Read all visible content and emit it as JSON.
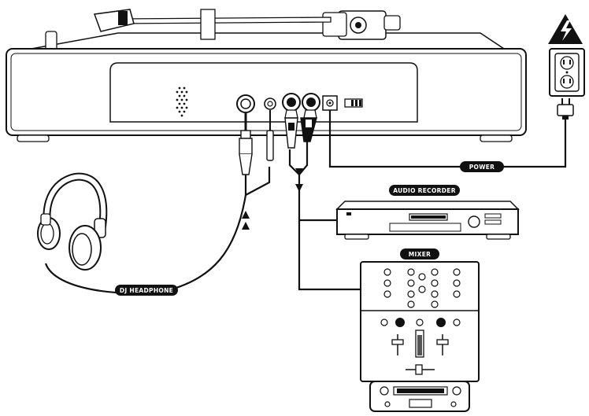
{
  "labels": {
    "power": "POWER",
    "audio_recorder": "AUDIO RECORDER",
    "mixer": "MIXER",
    "dj_headphone": "DJ HEADPHONE"
  },
  "colors": {
    "ink": "#111111",
    "paper": "#ffffff",
    "panel_gray": "#e6e6e6",
    "dark_gray": "#555555"
  },
  "icons": [
    "high-voltage-icon",
    "wall-outlet-icon",
    "power-plug-icon",
    "headphones-icon",
    "rca-plug-icon",
    "headphone-jack-plug-icon"
  ]
}
